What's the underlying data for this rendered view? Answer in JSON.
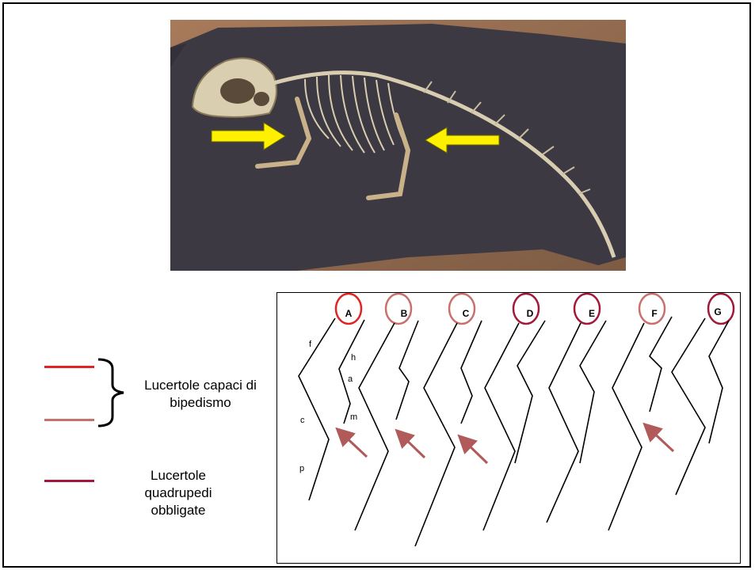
{
  "colors": {
    "bipedal_dark": "#e02424",
    "bipedal_light": "#c8706c",
    "quadruped": "#a11838",
    "arrow_yellow": "#fff000",
    "arrow_red": "#b05a5a"
  },
  "legend": {
    "bipedal_line1": "Lucertole",
    "bipedal_line1b": "capaci di",
    "bipedal_line2": "bipedismo",
    "quad_line1": "Lucertole",
    "quad_line2": "quadrupedi",
    "quad_line3": "obbligate"
  },
  "diagram": {
    "columns": [
      {
        "label": "A",
        "category": "bipedal_dark"
      },
      {
        "label": "B",
        "category": "bipedal_light"
      },
      {
        "label": "C",
        "category": "bipedal_light"
      },
      {
        "label": "D",
        "category": "quadruped"
      },
      {
        "label": "E",
        "category": "quadruped"
      },
      {
        "label": "F",
        "category": "bipedal_light"
      },
      {
        "label": "G",
        "category": "quadruped"
      }
    ],
    "bone_labels": {
      "f": "f",
      "c": "c",
      "p": "p",
      "h": "h",
      "a": "a",
      "m": "m"
    }
  }
}
